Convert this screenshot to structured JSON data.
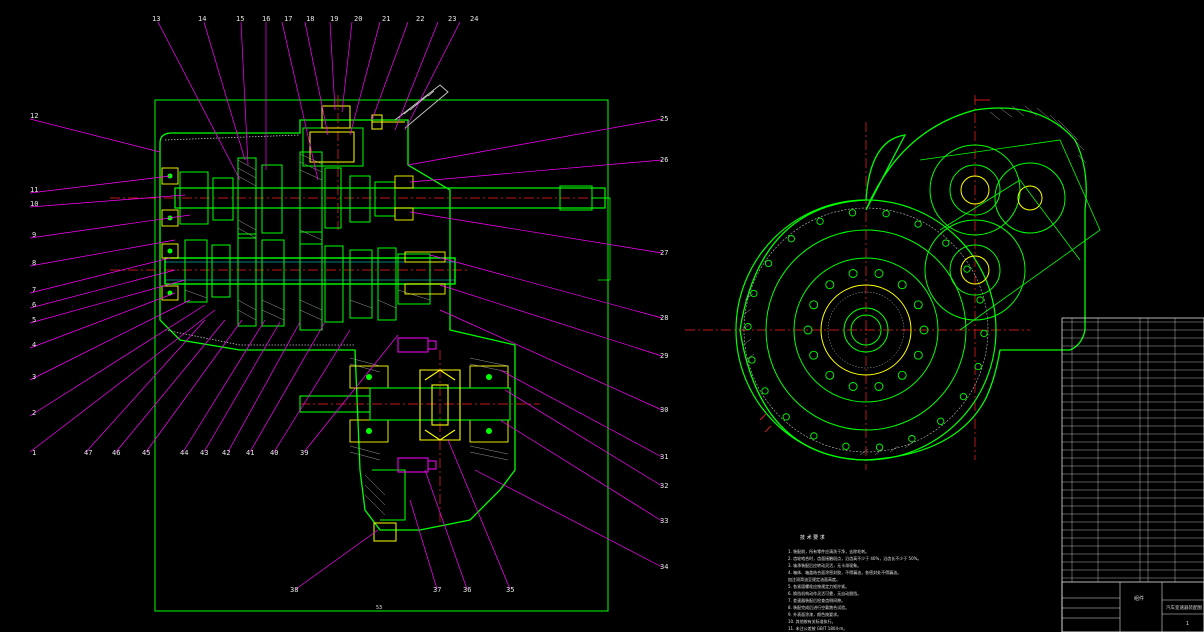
{
  "colors": {
    "background": "#000000",
    "outline": "#00ff00",
    "leader": "#ff00ff",
    "centerline": "#ff2020",
    "hatch": "#c0c0c0",
    "part": "#ffff00",
    "cyan": "#00ffff",
    "label": "#e8e8e8"
  },
  "balloons_top": [
    "13",
    "14",
    "15",
    "16",
    "17",
    "18",
    "19",
    "20",
    "21",
    "22",
    "23",
    "24"
  ],
  "balloons_left": [
    "12",
    "11",
    "10",
    "9",
    "8",
    "7",
    "6",
    "5",
    "4",
    "3",
    "2",
    "1"
  ],
  "balloons_right": [
    "25",
    "26",
    "27",
    "28",
    "29",
    "30",
    "31",
    "32",
    "33",
    "34"
  ],
  "balloons_bottom": [
    "47",
    "46",
    "45",
    "44",
    "43",
    "42",
    "41",
    "40",
    "39"
  ],
  "balloons_lower": [
    "38",
    "37",
    "36",
    "35"
  ],
  "frame_mark": "53",
  "notes_title": "技 术 要 求",
  "notes": [
    "1. 装配前，所有零件应清洗干净，去除毛刺。",
    "2. 齿轮啮合时，齿面接触斑点，沿齿高不少于 40%，沿齿长不少于 50%。",
    "3. 轴承装配后应转动灵活，无卡滞现象。",
    "4. 箱体、箱盖结合面涂密封胶，不得漏油，各密封处不得漏油。",
    "   加注润滑油至规定油面高度。",
    "5. 各紧固螺栓应按规定力矩拧紧。",
    "6. 换挡机构动作灵活可靠，无自动脱挡。",
    "7. 差速器装配后检查齿侧间隙。",
    "8. 装配完成后进行空载跑合试验。",
    "9. 外表面涂漆，颜色按要求。",
    "10. 其他按有关标准执行。",
    "11. 未注公差按 GB/T 1804-m。"
  ],
  "title_block": {
    "drawing_name": "汽车变速器装配图",
    "sheet": "1",
    "material": "组件"
  }
}
